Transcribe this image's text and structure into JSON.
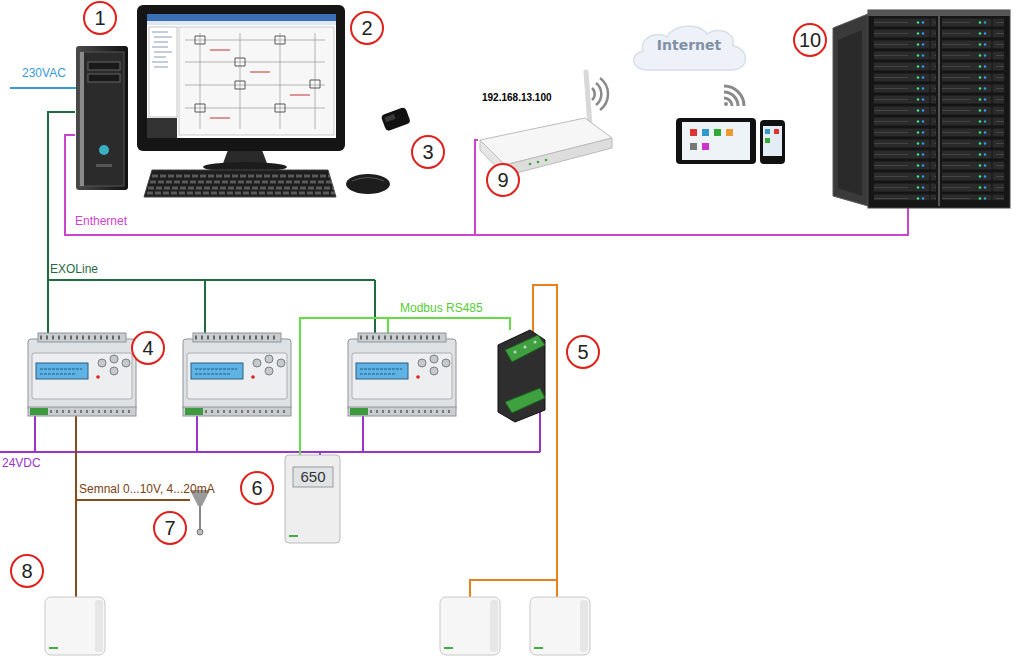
{
  "diagram": {
    "nodes": [
      {
        "text": [
          "1"
        ]
      },
      {
        "text": [
          "2"
        ]
      },
      {
        "text": [
          "3"
        ]
      },
      {
        "text": [
          "4"
        ]
      },
      {
        "text": [
          "5"
        ]
      },
      {
        "text": [
          "650",
          "6"
        ]
      },
      {
        "text": [
          "7"
        ]
      },
      {
        "text": [
          "8"
        ]
      },
      {
        "text": [
          "192.168.13.100",
          "9"
        ]
      },
      {
        "text": [
          "Internet"
        ]
      },
      {
        "text": [
          "10"
        ]
      }
    ],
    "edges": [
      {
        "from": 0,
        "to": 8,
        "arrow": "none"
      },
      {
        "from": 0,
        "to": 10,
        "label": "Enthernet",
        "arrow": "none"
      },
      {
        "from": 0,
        "to": 3,
        "label": "EXOLine",
        "arrow": "none"
      },
      {
        "from": 5,
        "to": 4,
        "label": "Modbus RS485",
        "arrow": "none"
      },
      {
        "from": 3,
        "to": 6,
        "label": "Semnal 0...10V, 4...20mA",
        "arrow": "none"
      },
      {
        "from": 3,
        "to": 7,
        "arrow": "none"
      }
    ],
    "labels": [
      "230VAC",
      "24VDC"
    ]
  }
}
